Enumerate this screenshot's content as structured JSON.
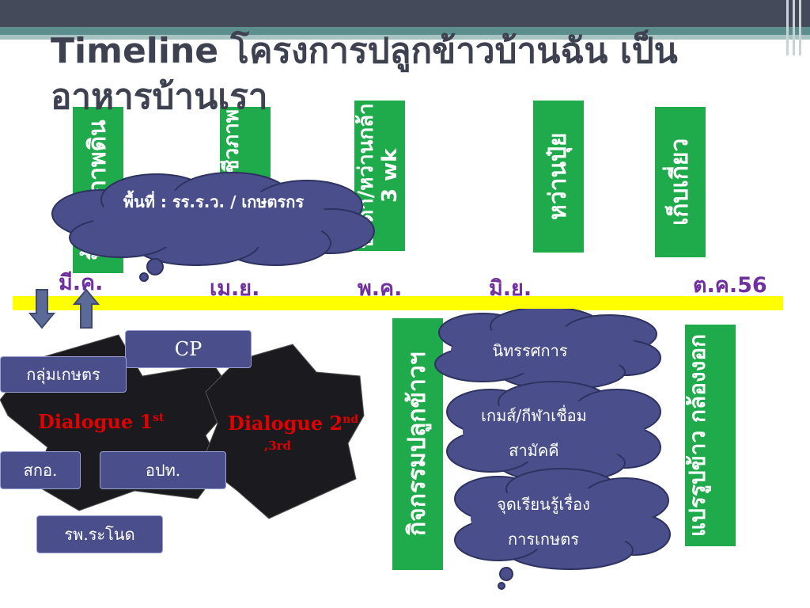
{
  "title": "Timeline โครงการปลูกข้าวบ้านฉัน เป็นอาหารบ้านเรา",
  "top_boxes": [
    {
      "label": "ฟื้นฟูสภาพดิน"
    },
    {
      "label": "หว่านปุ๋ย ชีวภาพ"
    },
    {
      "label": "ปักดำ/หว่านกล้า 3 wk"
    },
    {
      "label": "หว่านปุ๋ย"
    },
    {
      "label": "เก็บเกี่ยว"
    }
  ],
  "months": [
    "มี.ค.",
    "เม.ย.",
    "พ.ค.",
    "มิ.ย.",
    "ต.ค.56"
  ],
  "callout_area": "พื้นที่ : รร.ร.ว.  / เกษตรกร",
  "stakeholders": {
    "cp": "CP",
    "farmer_group": "กลุ่มเกษตร",
    "sko": "สกอ.",
    "opt": "อปท.",
    "hospital": "รพ.ระโนด"
  },
  "dialogue1": {
    "main": "Dialogue 1",
    "sup": "st"
  },
  "dialogue2": {
    "main": "Dialogue 2",
    "sup": "nd",
    "sub": ",3rd"
  },
  "activities_box": "กิจกรรมปลูกข้าวฯ",
  "clouds_right": {
    "exhibition": "นิทรรศการ",
    "games_line1": "เกมส์/กีฬาเชื่อม",
    "games_line2": "สามัคคี",
    "learning_line1": "จุดเรียนรู้เรื่อง",
    "learning_line2": "การเกษตร"
  },
  "processing_box": "แปรรูปข้าว กล้องงอก",
  "colors": {
    "green": "#1faa4b",
    "timeline_yellow": "#ffff00",
    "month_purple": "#7030a0",
    "box_purple": "#4a4f8c",
    "dialogue_red": "#e00000"
  }
}
